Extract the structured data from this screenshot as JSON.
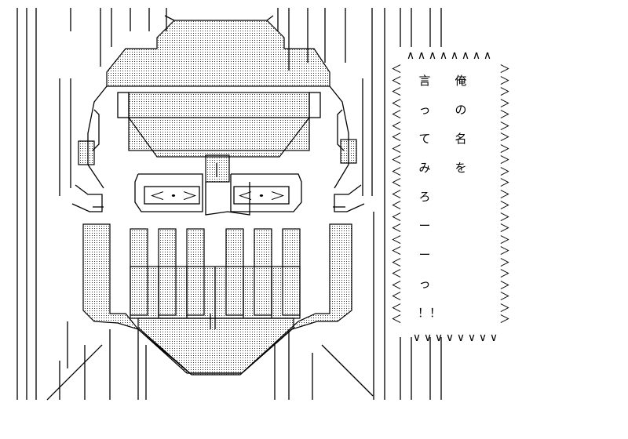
{
  "speech": {
    "columns": [
      [
        "俺",
        "の",
        "名",
        "を"
      ],
      [
        "言",
        "っ",
        "て",
        "み",
        "ろ",
        "ー",
        "ー",
        "っ",
        "！！"
      ]
    ],
    "border_top": "∧",
    "border_bottom": "∨",
    "border_left": "＜",
    "border_right": "＞"
  },
  "face": {
    "eye_left": "＜・＞",
    "eye_right": "＜・＞"
  }
}
